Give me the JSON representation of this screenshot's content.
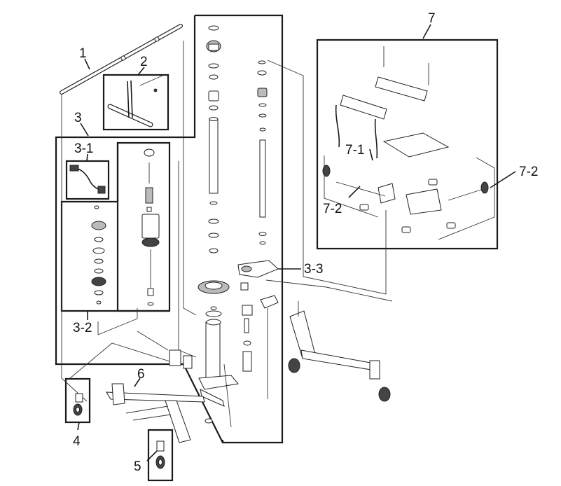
{
  "labels": {
    "l1": "1",
    "l2": "2",
    "l3": "3",
    "l3_1": "3-1",
    "l3_2": "3-2",
    "l3_3": "3-3",
    "l4": "4",
    "l5": "5",
    "l6": "6",
    "l7": "7",
    "l7_1": "7-1",
    "l7_2a": "7-2",
    "l7_2b": "7-2"
  }
}
